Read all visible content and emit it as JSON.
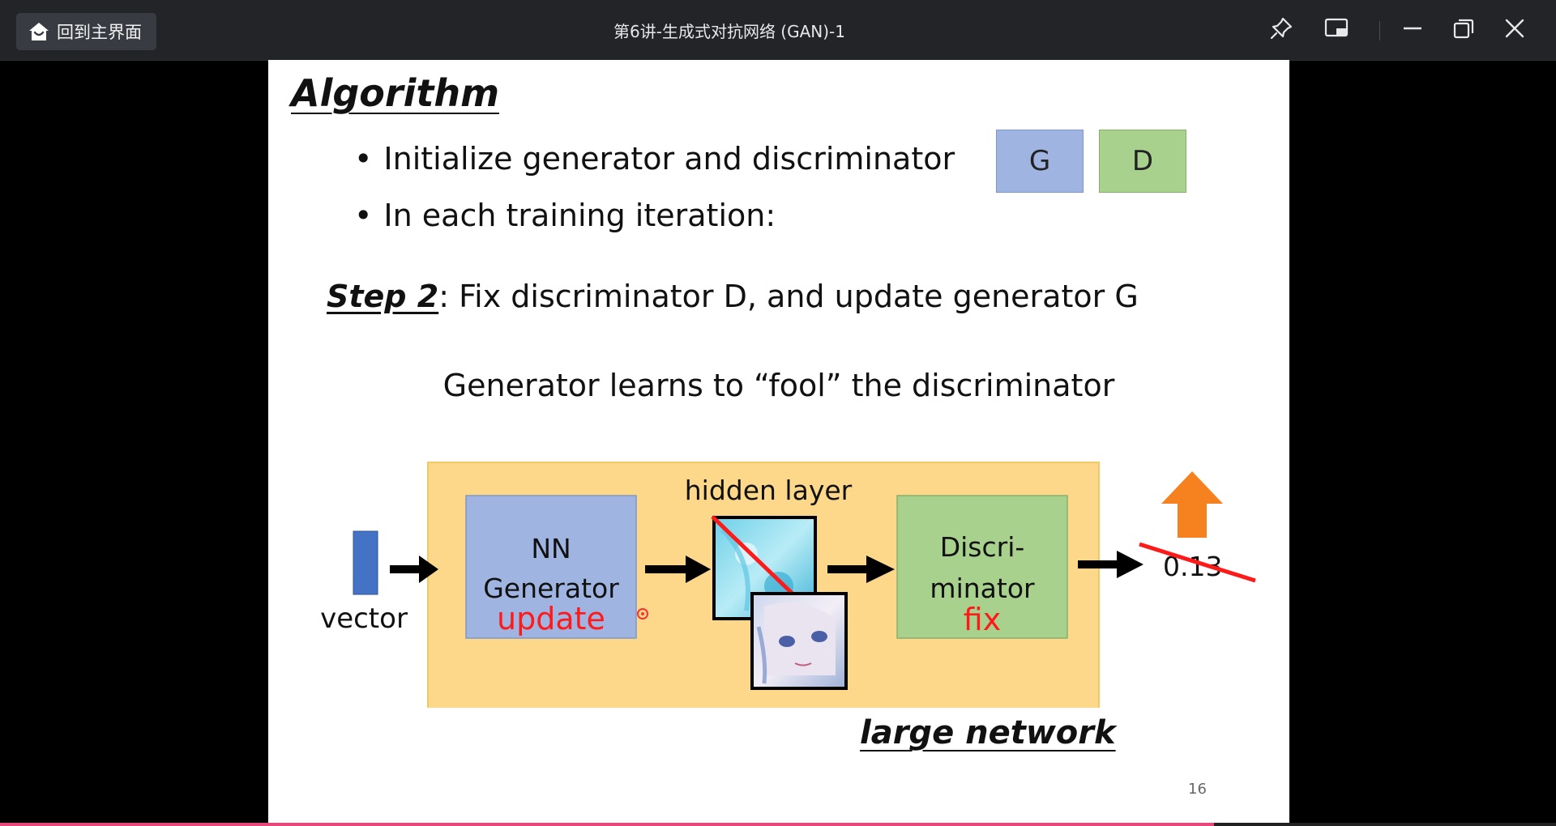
{
  "titlebar": {
    "home_label": "回到主界面",
    "title": "第6讲-生成式对抗网络 (GAN)-1",
    "icons": [
      "home-icon",
      "pin-icon",
      "picture-in-picture-icon",
      "minimize-icon",
      "restore-icon",
      "close-icon"
    ]
  },
  "slide": {
    "heading": "Algorithm",
    "bullets": [
      "Initialize generator and discriminator",
      "In each training iteration:"
    ],
    "g_box": "G",
    "d_box": "D",
    "step_label": "Step 2",
    "step_text": ": Fix discriminator D, and update generator G",
    "subtitle": "Generator learns to “fool” the discriminator",
    "diagram": {
      "vector_label": "vector",
      "generator_line1": "NN",
      "generator_line2": "Generator",
      "generator_status": "update",
      "hidden_label": "hidden layer",
      "disc_line1": "Discri-",
      "disc_line2": "minator",
      "disc_status": "fix",
      "output_value": "0.13",
      "network_label": "large network"
    },
    "page_number": "16"
  },
  "colors": {
    "g_fill": "#9fb4e0",
    "d_fill": "#a9d18e",
    "network_fill": "#fdd88a",
    "status_red": "#ff1a1a",
    "arrow_orange": "#f5821f",
    "vector_blue": "#4472c4"
  },
  "playback": {
    "progress": 0.78
  }
}
